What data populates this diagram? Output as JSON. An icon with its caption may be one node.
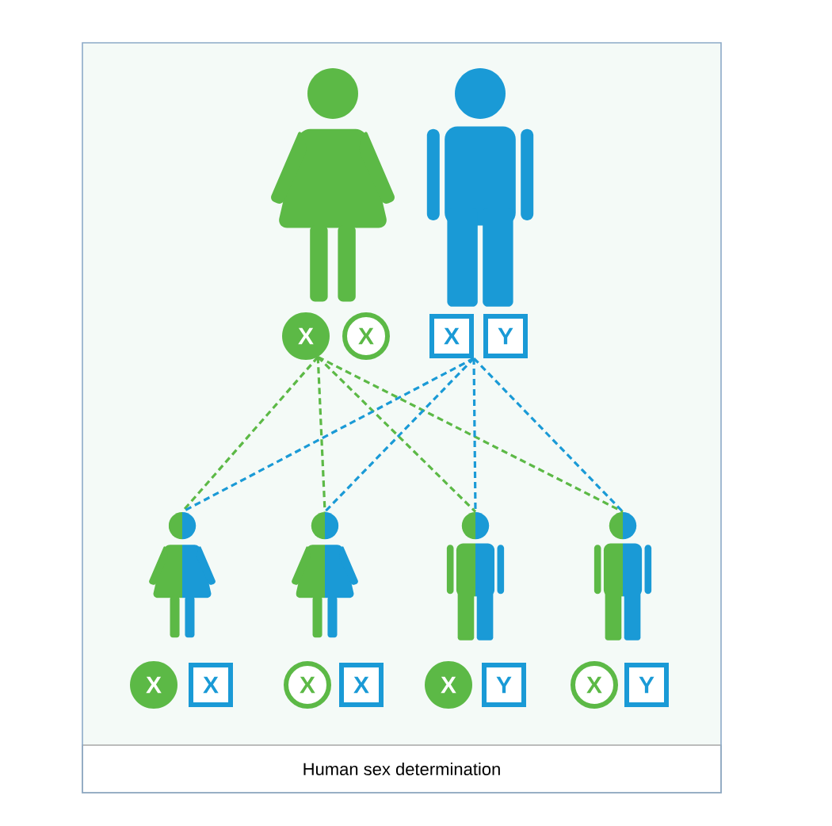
{
  "diagram": {
    "caption": "Human sex determination",
    "nodes": [
      {
        "text": [],
        "shape": "person"
      },
      {
        "text": [],
        "shape": "person"
      },
      {
        "text": [
          "X"
        ]
      },
      {
        "text": [
          "X"
        ]
      },
      {
        "text": [
          "X"
        ]
      },
      {
        "text": [
          "Y"
        ]
      },
      {
        "text": [],
        "shape": "person"
      },
      {
        "text": [],
        "shape": "person"
      },
      {
        "text": [],
        "shape": "person"
      },
      {
        "text": [],
        "shape": "person"
      },
      {
        "text": [
          "X"
        ]
      },
      {
        "text": [
          "X"
        ]
      },
      {
        "text": [
          "X"
        ]
      },
      {
        "text": [
          "X"
        ]
      },
      {
        "text": [
          "X"
        ]
      },
      {
        "text": [
          "Y"
        ]
      },
      {
        "text": [
          "X"
        ]
      },
      {
        "text": [
          "Y"
        ]
      }
    ],
    "edges": [
      {
        "from": 2,
        "to": 6,
        "arrow": "none",
        "style": "dashed",
        "color": "#5cb946"
      },
      {
        "from": 2,
        "to": 7,
        "arrow": "none",
        "style": "dashed",
        "color": "#5cb946"
      },
      {
        "from": 2,
        "to": 8,
        "arrow": "none",
        "style": "dashed",
        "color": "#5cb946"
      },
      {
        "from": 2,
        "to": 9,
        "arrow": "none",
        "style": "dashed",
        "color": "#5cb946"
      },
      {
        "from": 4,
        "to": 6,
        "arrow": "none",
        "style": "dashed",
        "color": "#1a9ad6"
      },
      {
        "from": 4,
        "to": 7,
        "arrow": "none",
        "style": "dashed",
        "color": "#1a9ad6"
      },
      {
        "from": 4,
        "to": 8,
        "arrow": "none",
        "style": "dashed",
        "color": "#1a9ad6"
      },
      {
        "from": 4,
        "to": 9,
        "arrow": "none",
        "style": "dashed",
        "color": "#1a9ad6"
      }
    ]
  }
}
